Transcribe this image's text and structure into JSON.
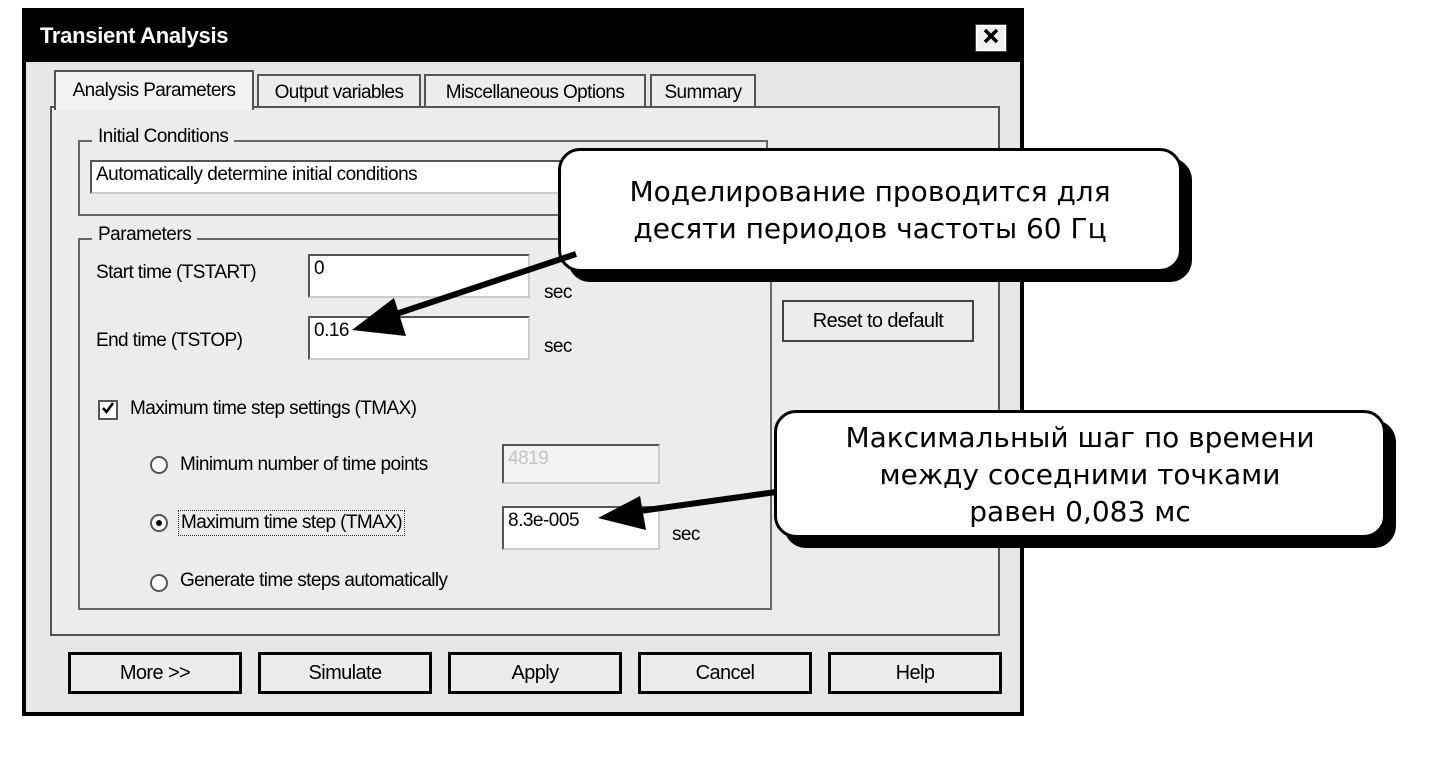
{
  "dialog": {
    "title": "Transient Analysis",
    "close_symbol": "×",
    "tabs": [
      {
        "label": "Analysis Parameters",
        "active": true
      },
      {
        "label": "Output variables",
        "active": false
      },
      {
        "label": "Miscellaneous Options",
        "active": false
      },
      {
        "label": "Summary",
        "active": false
      }
    ],
    "initial_conditions": {
      "legend": "Initial Conditions",
      "selected": "Automatically determine initial conditions"
    },
    "parameters": {
      "legend": "Parameters",
      "start_time_label": "Start time (TSTART)",
      "start_time_value": "0",
      "end_time_label": "End time (TSTOP)",
      "end_time_value": "0.16",
      "unit": "sec",
      "tmax_checkbox_label": "Maximum time step settings (TMAX)",
      "tmax_checked": true,
      "min_points_label": "Minimum number of time points",
      "min_points_value": "4819",
      "max_step_label": "Maximum time step (TMAX)",
      "max_step_value": "8.3e-005",
      "auto_steps_label": "Generate time steps automatically",
      "selected_option": "Maximum time step (TMAX)"
    },
    "reset_button": "Reset to default",
    "footer_buttons": {
      "more": "More >>",
      "simulate": "Simulate",
      "apply": "Apply",
      "cancel": "Cancel",
      "help": "Help"
    }
  },
  "annotations": {
    "callout_1": [
      "Моделирование проводится для",
      "десяти периодов частоты 60 Гц"
    ],
    "callout_2": [
      "Максимальный шаг по времени",
      "между соседними точками",
      "равен 0,083 мс"
    ]
  },
  "colors": {
    "dialog_bg": "#e6e6e6",
    "titlebar": "#000000",
    "callout_bg": "#ffffff"
  }
}
